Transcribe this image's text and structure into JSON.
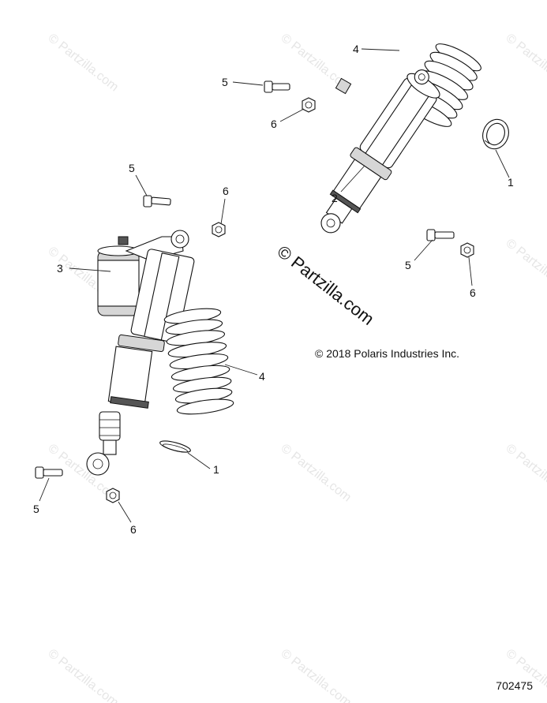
{
  "watermark": "© Partzilla.com",
  "brand_text": "© Partzilla.com",
  "copyright": "© 2018 Polaris Industries Inc.",
  "diagram_id": "702475",
  "callouts": {
    "top_spring": "4",
    "top_bolt": "5",
    "top_nut": "6",
    "top_ring": "1",
    "top_shock": "2",
    "right_bolt": "5",
    "right_nut": "6",
    "left_bolt": "5",
    "left_nut": "6",
    "left_shock": "3",
    "left_spring": "4",
    "left_ring": "1",
    "bottom_bolt": "5",
    "bottom_nut": "6"
  }
}
